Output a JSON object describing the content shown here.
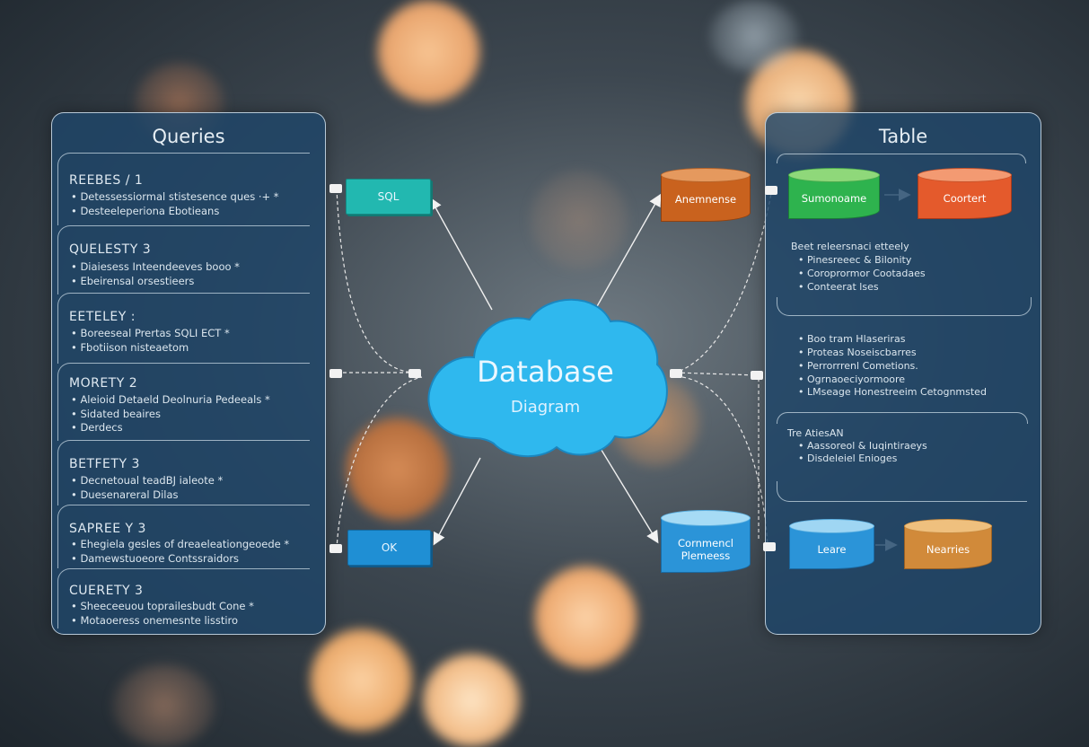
{
  "center": {
    "title": "Database",
    "subtitle": "Diagram"
  },
  "left_panel": {
    "title": "Queries",
    "groups": [
      {
        "heading": "REEBES  /   1",
        "lines": [
          "• Detessessiormal stistesence ques ·+ *",
          "• Desteeleperiona Ebotieans"
        ]
      },
      {
        "heading": "QUELESTY  3",
        "lines": [
          "• Diaiesess  Inteendeeves booo *",
          "• Ebeirensal orsestieers"
        ]
      },
      {
        "heading": "EETELEY  :",
        "lines": [
          "• Boreeseal  Prertas SQLI ECT *",
          "• Fbotiison nisteaetom"
        ]
      },
      {
        "heading": "MORETY  2",
        "lines": [
          "• Aleioid  Detaeld Deolnuria Pedeeals *",
          "• Sidated beaires",
          "• Derdecs"
        ]
      },
      {
        "heading": "BETFETY  3",
        "lines": [
          "• Decnetoual  teadBJ ialeote *",
          "• Duesenareral  Dilas"
        ]
      },
      {
        "heading": "SAPREE  Y  3",
        "lines": [
          "• Ehegiela gesles  of  dreaeleationgeoede *",
          "• Damewstuoeore Contssraidors"
        ]
      },
      {
        "heading": "CUERETY  3",
        "lines": [
          "• Sheeceeuou  toprailesbudt Cone *",
          "• Motaoeress onemesnte lisstiro"
        ]
      }
    ]
  },
  "right_panel": {
    "title": "Table",
    "cyl_top_1": "Sumonoame",
    "cyl_top_2": "Coortert",
    "section1": {
      "heading": "Beet releersnaci etteely",
      "items": [
        "Pinesreeec &  Bilonity",
        "Coroprormor  Cootadaes",
        "Conteerat lses"
      ]
    },
    "section2": {
      "items": [
        "Boo tram Hlaseriras",
        "Proteas Noseiscbarres",
        "Perrorrrenl  Cometions.",
        "Ogrnaoeciyormoore",
        "LMseage Honestreeim Cetognmsted"
      ]
    },
    "section3": {
      "heading": "Tre AtiesAN",
      "items": [
        "Aassoreol & Iuqintiraeys",
        "Disdeleiel Enioges"
      ]
    },
    "cyl_bot_1": "Leare",
    "cyl_bot_2": "Nearries"
  },
  "nodes": {
    "sql_box": "SQL",
    "ok_box": "OK",
    "anamense": "Anemnense",
    "command_1": "Cornmencl",
    "command_2": "Plemeess"
  },
  "colors": {
    "panel_bg": "#1e4669",
    "cloud": "#2fb8ee",
    "teal_box": "#22b8b0",
    "blue_box": "#1f8fd4",
    "orange_cyl": "#c9621e",
    "green_cyl": "#2eb34e",
    "red_cyl": "#e45a2c",
    "blue_cyl": "#2b94d8",
    "gold_cyl": "#d18a3a"
  }
}
